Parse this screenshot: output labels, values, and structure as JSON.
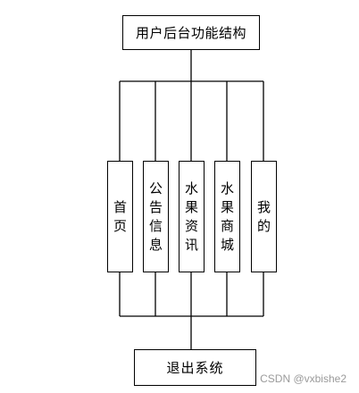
{
  "diagram": {
    "root": "用户后台功能结构",
    "modules": [
      "首页",
      "公告信息",
      "水果资讯",
      "水果商城",
      "我的"
    ],
    "exit": "退出系统"
  },
  "watermark": "CSDN @vxbishe2"
}
